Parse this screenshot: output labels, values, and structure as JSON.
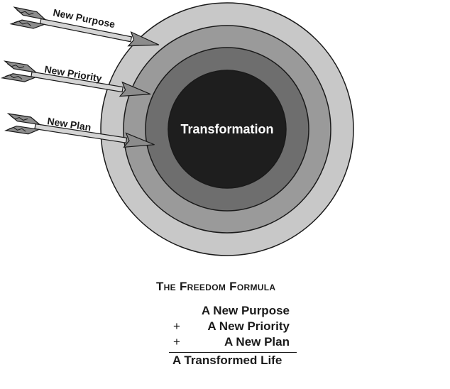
{
  "target": {
    "center_label": "Transformation",
    "ring_colors": [
      "#c8c8c8",
      "#9a9a9a",
      "#6e6e6e",
      "#1e1e1e"
    ]
  },
  "arrows": [
    {
      "label": "New Purpose"
    },
    {
      "label": "New Priority"
    },
    {
      "label": "New Plan"
    }
  ],
  "formula": {
    "title": "The Freedom Formula",
    "lines": [
      {
        "op": "",
        "term": "A New Purpose"
      },
      {
        "op": "+",
        "term": "A New Priority"
      },
      {
        "op": "+",
        "term": "A New Plan"
      }
    ],
    "result": "A Transformed Life"
  }
}
